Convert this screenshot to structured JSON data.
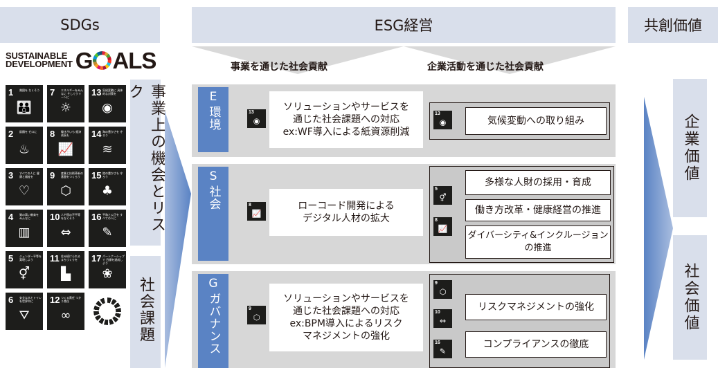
{
  "headers": {
    "sdgs": "SDGs",
    "esg": "ESG経営",
    "kyoso": "共創価値"
  },
  "logo": {
    "line1": "SUSTAINABLE",
    "line2": "DEVELOPMENT",
    "g": "G",
    "als": "ALS"
  },
  "sdg_tiles": [
    {
      "num": "1",
      "title": "貧困を なくそう",
      "icon": "family-icon",
      "glyph": "👪"
    },
    {
      "num": "7",
      "title": "エネルギーをみんなに そしてクリーンに",
      "icon": "sun-icon",
      "glyph": "☼"
    },
    {
      "num": "13",
      "title": "気候変動に 具体的な対策を",
      "icon": "eye-globe-icon",
      "glyph": "◉"
    },
    {
      "num": "2",
      "title": "飢餓を ゼロに",
      "icon": "bowl-icon",
      "glyph": "♨"
    },
    {
      "num": "8",
      "title": "働きがいも 経済成長も",
      "icon": "growth-chart-icon",
      "glyph": "📈"
    },
    {
      "num": "14",
      "title": "海の豊かさを 守ろう",
      "icon": "fish-icon",
      "glyph": "≋"
    },
    {
      "num": "3",
      "title": "すべての人に 健康と福祉を",
      "icon": "heartbeat-icon",
      "glyph": "♡"
    },
    {
      "num": "9",
      "title": "産業と技術革新の 基盤をつくろう",
      "icon": "cubes-icon",
      "glyph": "⬡"
    },
    {
      "num": "15",
      "title": "陸の豊かさも 守ろう",
      "icon": "tree-icon",
      "glyph": "♣"
    },
    {
      "num": "4",
      "title": "質の高い教育を みんなに",
      "icon": "book-icon",
      "glyph": "▥"
    },
    {
      "num": "10",
      "title": "人や国の不平等 をなくそう",
      "icon": "equality-icon",
      "glyph": "⇔"
    },
    {
      "num": "16",
      "title": "平和と公正を すべての人に",
      "icon": "dove-icon",
      "glyph": "✎"
    },
    {
      "num": "5",
      "title": "ジェンダー平等を 実現しよう",
      "icon": "gender-icon",
      "glyph": "⚥"
    },
    {
      "num": "11",
      "title": "住み続けられる まちづくりを",
      "icon": "city-icon",
      "glyph": "▙"
    },
    {
      "num": "17",
      "title": "パートナーシップで 目標を達成しよう",
      "icon": "rings-icon",
      "glyph": "❀"
    },
    {
      "num": "6",
      "title": "安全な水とトイレ を世界中に",
      "icon": "water-drop-icon",
      "glyph": "⛛"
    },
    {
      "num": "12",
      "title": "つくる責任 つかう責任",
      "icon": "infinity-icon",
      "glyph": "∞"
    }
  ],
  "side_labels": {
    "risk": "事業上の機会とリスク",
    "kadai": "社会課題"
  },
  "subheads": {
    "jigyo": "事業を通じた社会貢献",
    "kigyo": "企業活動を通じた社会貢献"
  },
  "panels": {
    "e": {
      "letter": "E",
      "name": "環境",
      "mini": {
        "num": "13",
        "glyph": "◉"
      },
      "text": "ソリューションやサービスを\n通じた社会課題への対応\nex:WF導入による紙資源削減",
      "right": [
        {
          "num": "13",
          "glyph": "◉",
          "label": "気候変動への取り組み"
        }
      ]
    },
    "s": {
      "letter": "S",
      "name": "社会",
      "mini": {
        "num": "8",
        "glyph": "📈"
      },
      "text": "ローコード開発による\nデジタル人材の拡大",
      "right_minis": [
        {
          "num": "5",
          "glyph": "⚥"
        },
        {
          "num": "8",
          "glyph": "📈"
        }
      ],
      "right_labels": [
        "多様な人財の採用・育成",
        "働き方改革・健康経営の推進",
        "ダイバーシティ&インクルージョン\nの推進"
      ]
    },
    "g": {
      "letter": "G",
      "name": "ガバナンス",
      "mini": {
        "num": "9",
        "glyph": "⬡"
      },
      "text": "ソリューションやサービスを\n通じた社会課題への対応\nex:BPM導入によるリスク\nマネジメントの強化",
      "right_minis": [
        {
          "num": "9",
          "glyph": "⬡"
        },
        {
          "num": "10",
          "glyph": "⇔"
        },
        {
          "num": "16",
          "glyph": "✎"
        }
      ],
      "right_labels": [
        "リスクマネジメントの強化",
        "コンプライアンスの徹底"
      ]
    }
  },
  "values": {
    "kigyo": "企業価値",
    "shakai": "社会価値"
  },
  "colors": {
    "header_bg": "#d9dfeb",
    "accent_blue": "#5a83c4",
    "panel_gray": "#d7d7d7",
    "tile_black": "#1d1d1b"
  }
}
